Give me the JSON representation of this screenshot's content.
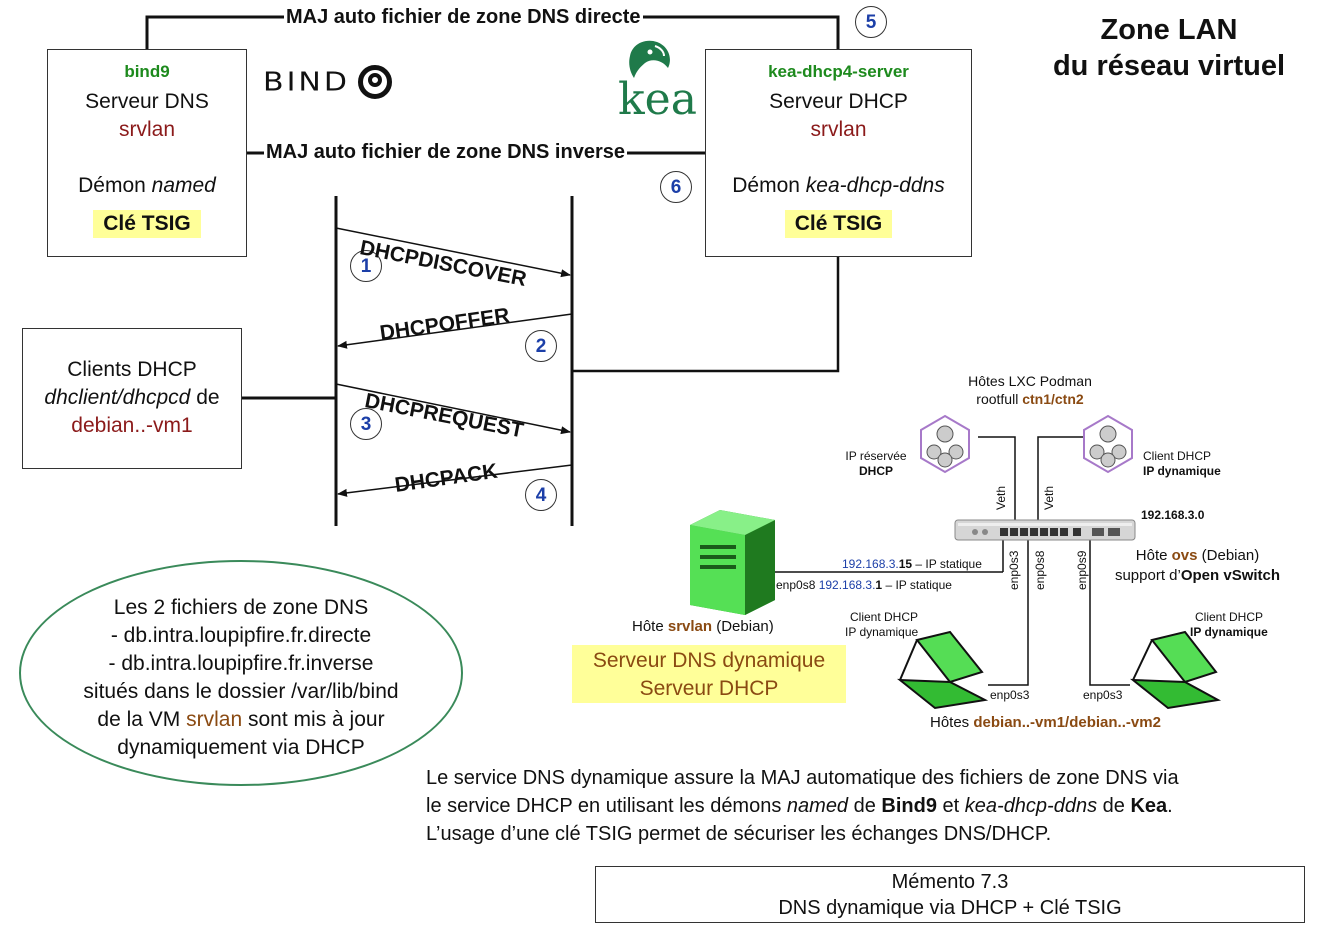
{
  "title": {
    "line1": "Zone LAN",
    "line2": "du réseau virtuel"
  },
  "links": {
    "top": "MAJ auto fichier de zone DNS directe",
    "middle": "MAJ auto fichier de zone DNS inverse"
  },
  "bind_box": {
    "name": "bind9",
    "line1": "Serveur DNS",
    "host": "srvlan",
    "daemon_prefix": "Démon ",
    "daemon": "named",
    "key": "Clé TSIG"
  },
  "bind_logo": "BIND",
  "kea_logo": "kea",
  "kea_box": {
    "name": "kea-dhcp4-server",
    "line1": "Serveur DHCP",
    "host": "srvlan",
    "daemon_prefix": "Démon ",
    "daemon": "kea-dhcp-ddns",
    "key": "Clé TSIG"
  },
  "steps": [
    {
      "n": "1",
      "label": "DHCPDISCOVER"
    },
    {
      "n": "2",
      "label": "DHCPOFFER"
    },
    {
      "n": "3",
      "label": "DHCPREQUEST"
    },
    {
      "n": "4",
      "label": "DHCPACK"
    },
    {
      "n": "5"
    },
    {
      "n": "6"
    }
  ],
  "clients_box": {
    "line1": "Clients DHCP",
    "line2_em": "dhclient/dhcpcd",
    "line2_rest": " de",
    "line3": "debian..-vm1"
  },
  "ellipse": {
    "lines": [
      "Les 2 fichiers de zone DNS",
      "- db.intra.loupipfire.fr.directe",
      "- db.intra.loupipfire.fr.inverse",
      "situés dans le dossier /var/lib/bind"
    ],
    "l5_prefix": "de la VM ",
    "l5_host": "srvlan",
    "l5_suffix": " sont mis à jour",
    "l6": "dynamiquement via DHCP"
  },
  "network": {
    "lxc_title": "Hôtes LXC Podman",
    "lxc_sub_prefix": "rootfull ",
    "lxc_sub_host": "ctn1/ctn2",
    "ip_reserved_l1": "IP réservée",
    "ip_reserved_l2": "DHCP",
    "client_dyn_l1": "Client DHCP",
    "client_dyn_l2": "IP dynamique",
    "veth": "Veth",
    "subnet": "192.168.3.0",
    "ovs_prefix": "Hôte ",
    "ovs_host": "ovs",
    "ovs_suffix": " (Debian)",
    "ovs_support_prefix": "support d’",
    "ovs_support": "Open vSwitch",
    "ip15_a": "192.168.3.",
    "ip15_b": "15",
    "ip15_c": " – IP statique",
    "ip1_if": "enp0s8 ",
    "ip1_a": "192.168.3.",
    "ip1_b": "1",
    "ip1_c": " – IP statique",
    "if_enp0s3": "enp0s3",
    "if_enp0s8": "enp0s8",
    "if_enp0s9": "enp0s9",
    "srvlan_prefix": "Hôte ",
    "srvlan_host": "srvlan",
    "srvlan_suffix": " (Debian)",
    "srvlan_role1": "Serveur DNS dynamique",
    "srvlan_role2": "Serveur DHCP",
    "laptops_prefix": "Hôtes ",
    "laptops_hosts": "debian..-vm1/debian..-vm2",
    "laptop_if": "enp0s3"
  },
  "description": {
    "p1": "Le service DNS dynamique assure la MAJ automatique des fichiers de zone DNS via",
    "p2_a": "le service DHCP en utilisant les démons ",
    "p2_named": "named",
    "p2_b": " de ",
    "p2_bind": "Bind9",
    "p2_c": " et ",
    "p2_kea_ddns": "kea-dhcp-ddns",
    "p2_d": " de ",
    "p2_kea": "Kea",
    "p2_e": ".",
    "p3": "L’usage d’une clé TSIG permet de sécuriser les échanges DNS/DHCP."
  },
  "memento": {
    "line1": "Mémento 7.3",
    "line2": "DNS dynamique via DHCP + Clé TSIG"
  },
  "colors": {
    "green": "#1d8a1d",
    "dark_red": "#8b1a1a",
    "brown": "#8a4a12",
    "ellipse_border": "#3a8a5a",
    "highlight": "#ffff99",
    "kea_green": "#1f7a4a",
    "laptop_green": "#44dd44"
  }
}
